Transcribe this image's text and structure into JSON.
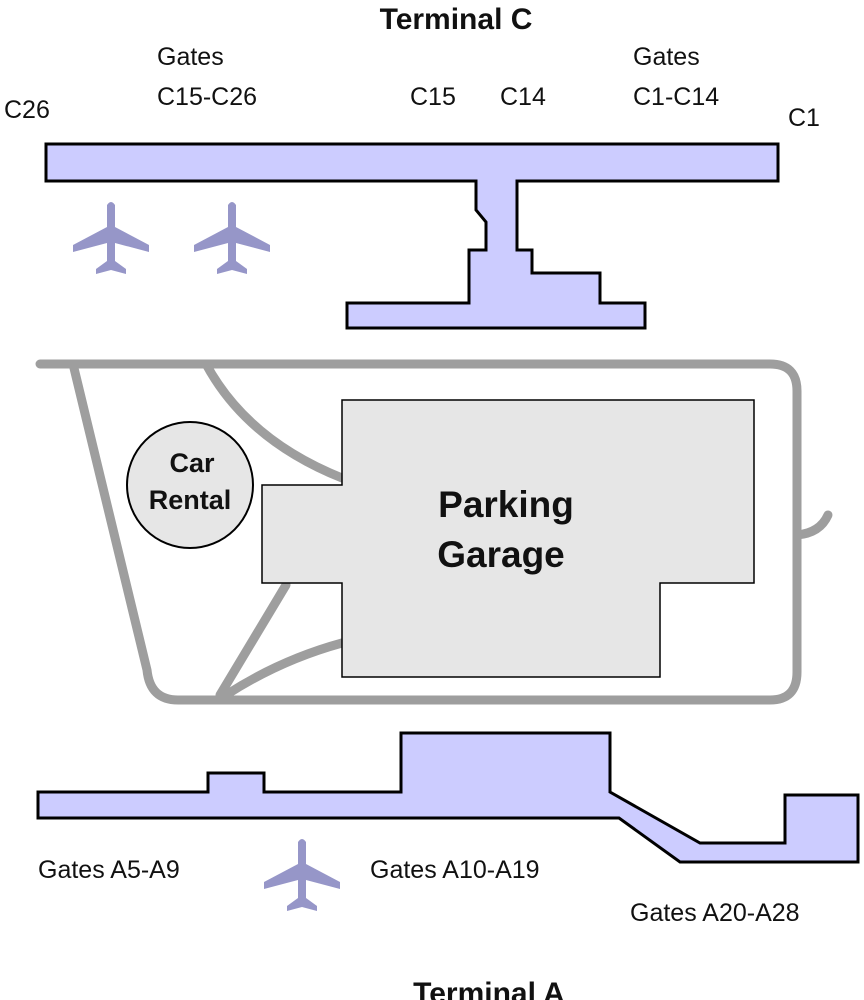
{
  "terminal_c": {
    "title": "Terminal C",
    "gates_west_line1": "Gates",
    "gates_west_line2": "C15-C26",
    "gates_east_line1": "Gates",
    "gates_east_line2": "C1-C14",
    "end_west": "C26",
    "end_east": "C1",
    "gate_c15": "C15",
    "gate_c14": "C14"
  },
  "terminal_a": {
    "title": "Terminal A",
    "gates_1": "Gates A5-A9",
    "gates_2": "Gates A10-A19",
    "gates_3": "Gates A20-A28"
  },
  "parking": {
    "line1": "Parking",
    "line2": "Garage"
  },
  "car_rental": {
    "line1": "Car",
    "line2": "Rental"
  },
  "colors": {
    "terminal_fill": "#ccccff",
    "outline": "#000000",
    "road": "#9e9e9e",
    "building_fill": "#e6e6e6",
    "plane": "#9696c8"
  },
  "icons": [
    "airplane-icon",
    "airplane-icon",
    "airplane-icon"
  ]
}
